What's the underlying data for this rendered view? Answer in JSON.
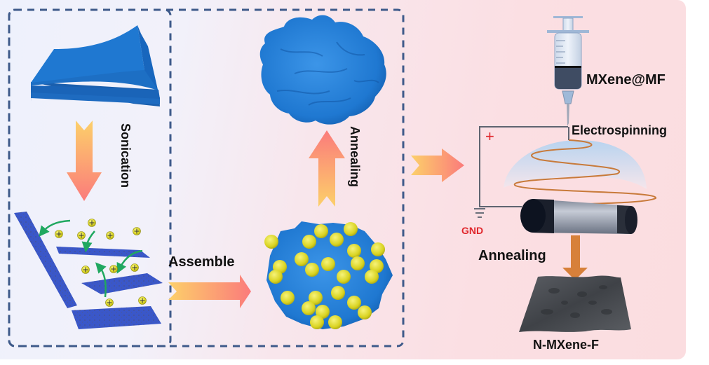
{
  "figure": {
    "labels": {
      "sonication": "Sonication",
      "annealing_vertical": "Annealing",
      "assemble": "Assemble",
      "precursor": "MXene@MF",
      "electrospinning": "Electrospinning",
      "plus_sign": "+",
      "ground": "GND",
      "annealing_fiber": "Annealing",
      "product": "N-MXene-F"
    },
    "colors": {
      "mxene_blue": "#1f78d1",
      "nanosheet_blue": "#3a57c9",
      "particle_yellow": "#e8e23a",
      "arrow_start": "#fcd06a",
      "arrow_end": "#fb7b7b",
      "dash_border": "#3e5a8a",
      "curve_arrow_green": "#20a860",
      "fiber_copper": "#c87a3a",
      "ground_red": "#e0262b",
      "down_arrow_brown": "#d7803a",
      "film_gray": "#4a4d52"
    },
    "particle_symbol": "plus-charge"
  }
}
